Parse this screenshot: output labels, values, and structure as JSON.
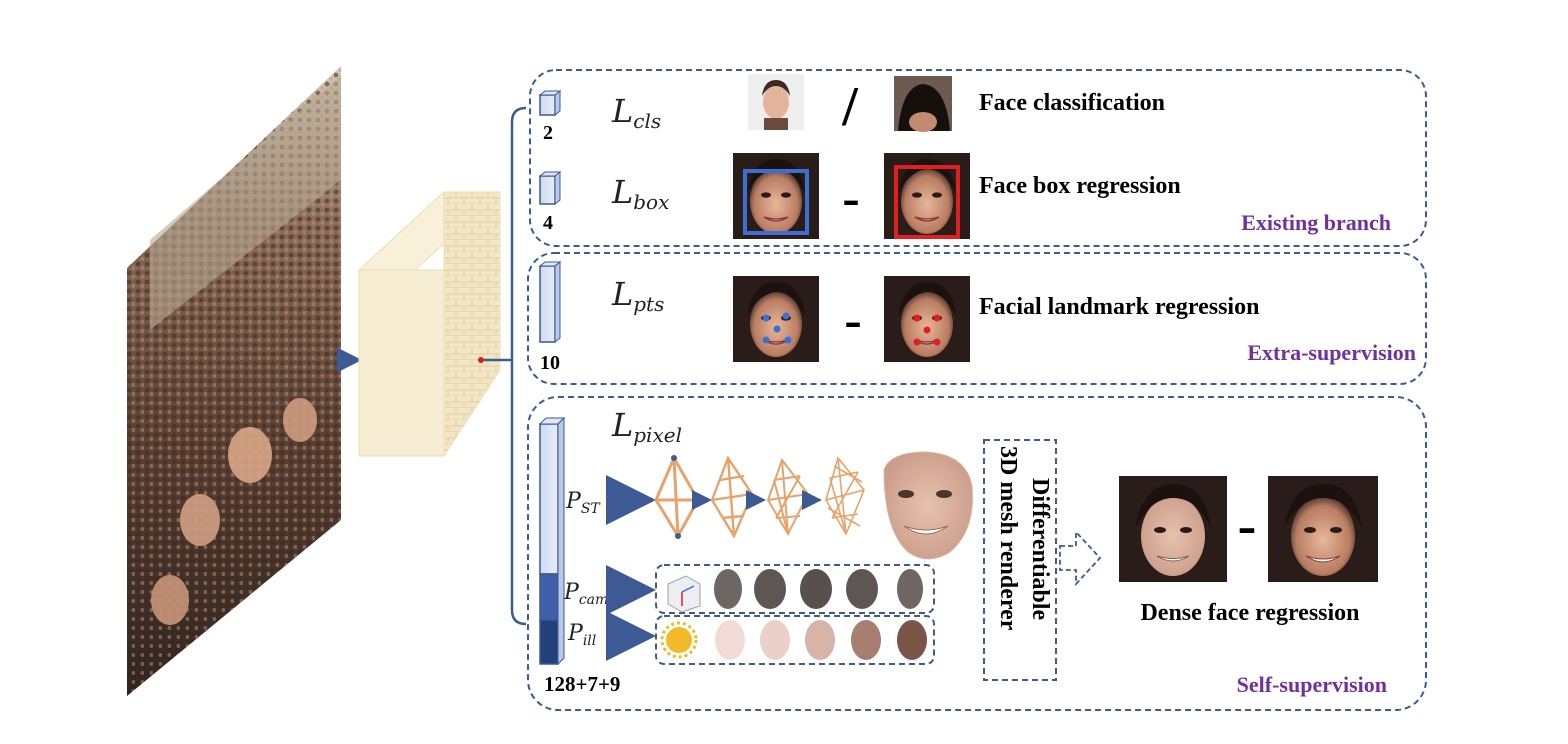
{
  "branches": {
    "existing": {
      "tag": "Existing branch",
      "rows": [
        {
          "dim": "2",
          "loss": "L",
          "loss_sub": "cls",
          "operator": "/",
          "label": "Face classification"
        },
        {
          "dim": "4",
          "loss": "L",
          "loss_sub": "box",
          "operator": "-",
          "label": "Face box regression"
        }
      ]
    },
    "extra": {
      "tag": "Extra-supervision",
      "dim": "10",
      "loss": "L",
      "loss_sub": "pts",
      "operator": "-",
      "label": "Facial landmark regression"
    },
    "self": {
      "tag": "Self-supervision",
      "dim": "128+7+9",
      "loss": "L",
      "loss_sub": "pixel",
      "params": [
        {
          "sym": "P",
          "sub": "ST"
        },
        {
          "sym": "P",
          "sub": "cam"
        },
        {
          "sym": "P",
          "sub": "ill"
        }
      ],
      "renderer": [
        "Differentiable",
        "3D mesh renderer"
      ],
      "operator": "-",
      "label": "Dense face regression"
    }
  },
  "colors": {
    "frame": "#3d5a94",
    "tag": "#7030a0",
    "gt_box": "#e02020",
    "pred_box": "#3b6fd4",
    "feature_map": "#f5ecd0",
    "mesh": "#e8a26b"
  }
}
